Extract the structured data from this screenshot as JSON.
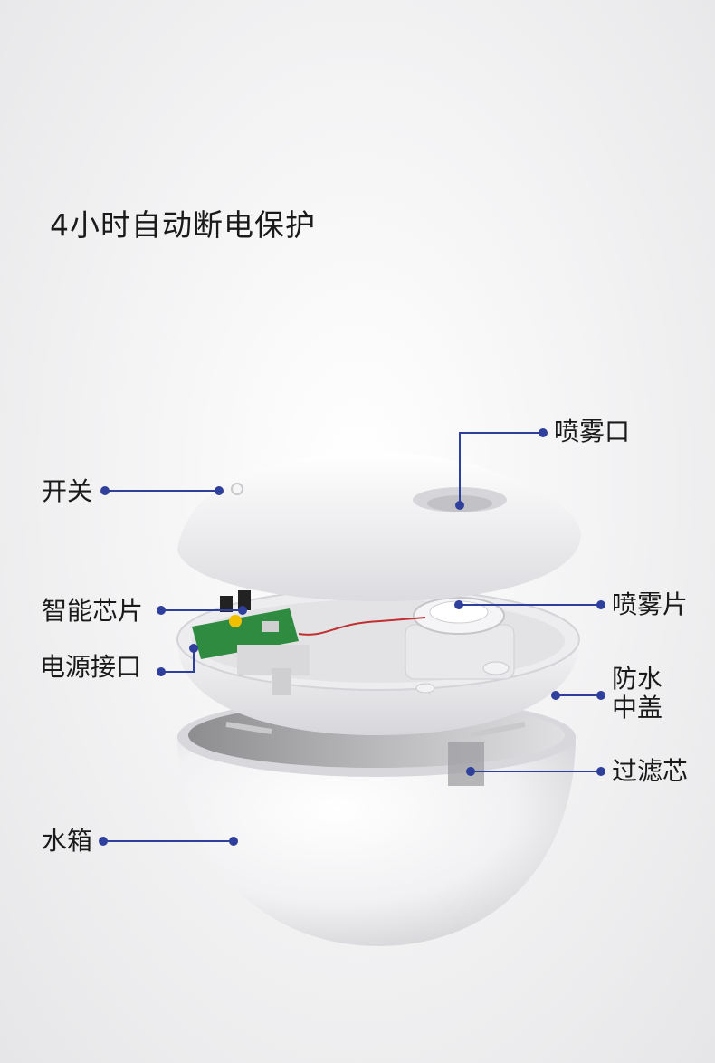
{
  "headline": "4小时自动断电保护",
  "callouts": {
    "switch": "开关",
    "mist_outlet": "喷雾口",
    "smart_chip": "智能芯片",
    "atomizer": "喷雾片",
    "power_port": "电源接口",
    "waterproof_cover_line1": "防水",
    "waterproof_cover_line2": "中盖",
    "filter_core": "过滤芯",
    "water_tank": "水箱"
  },
  "colors": {
    "leader_line": "#2f3f9c",
    "pcb_green": "#2e8b3f"
  }
}
